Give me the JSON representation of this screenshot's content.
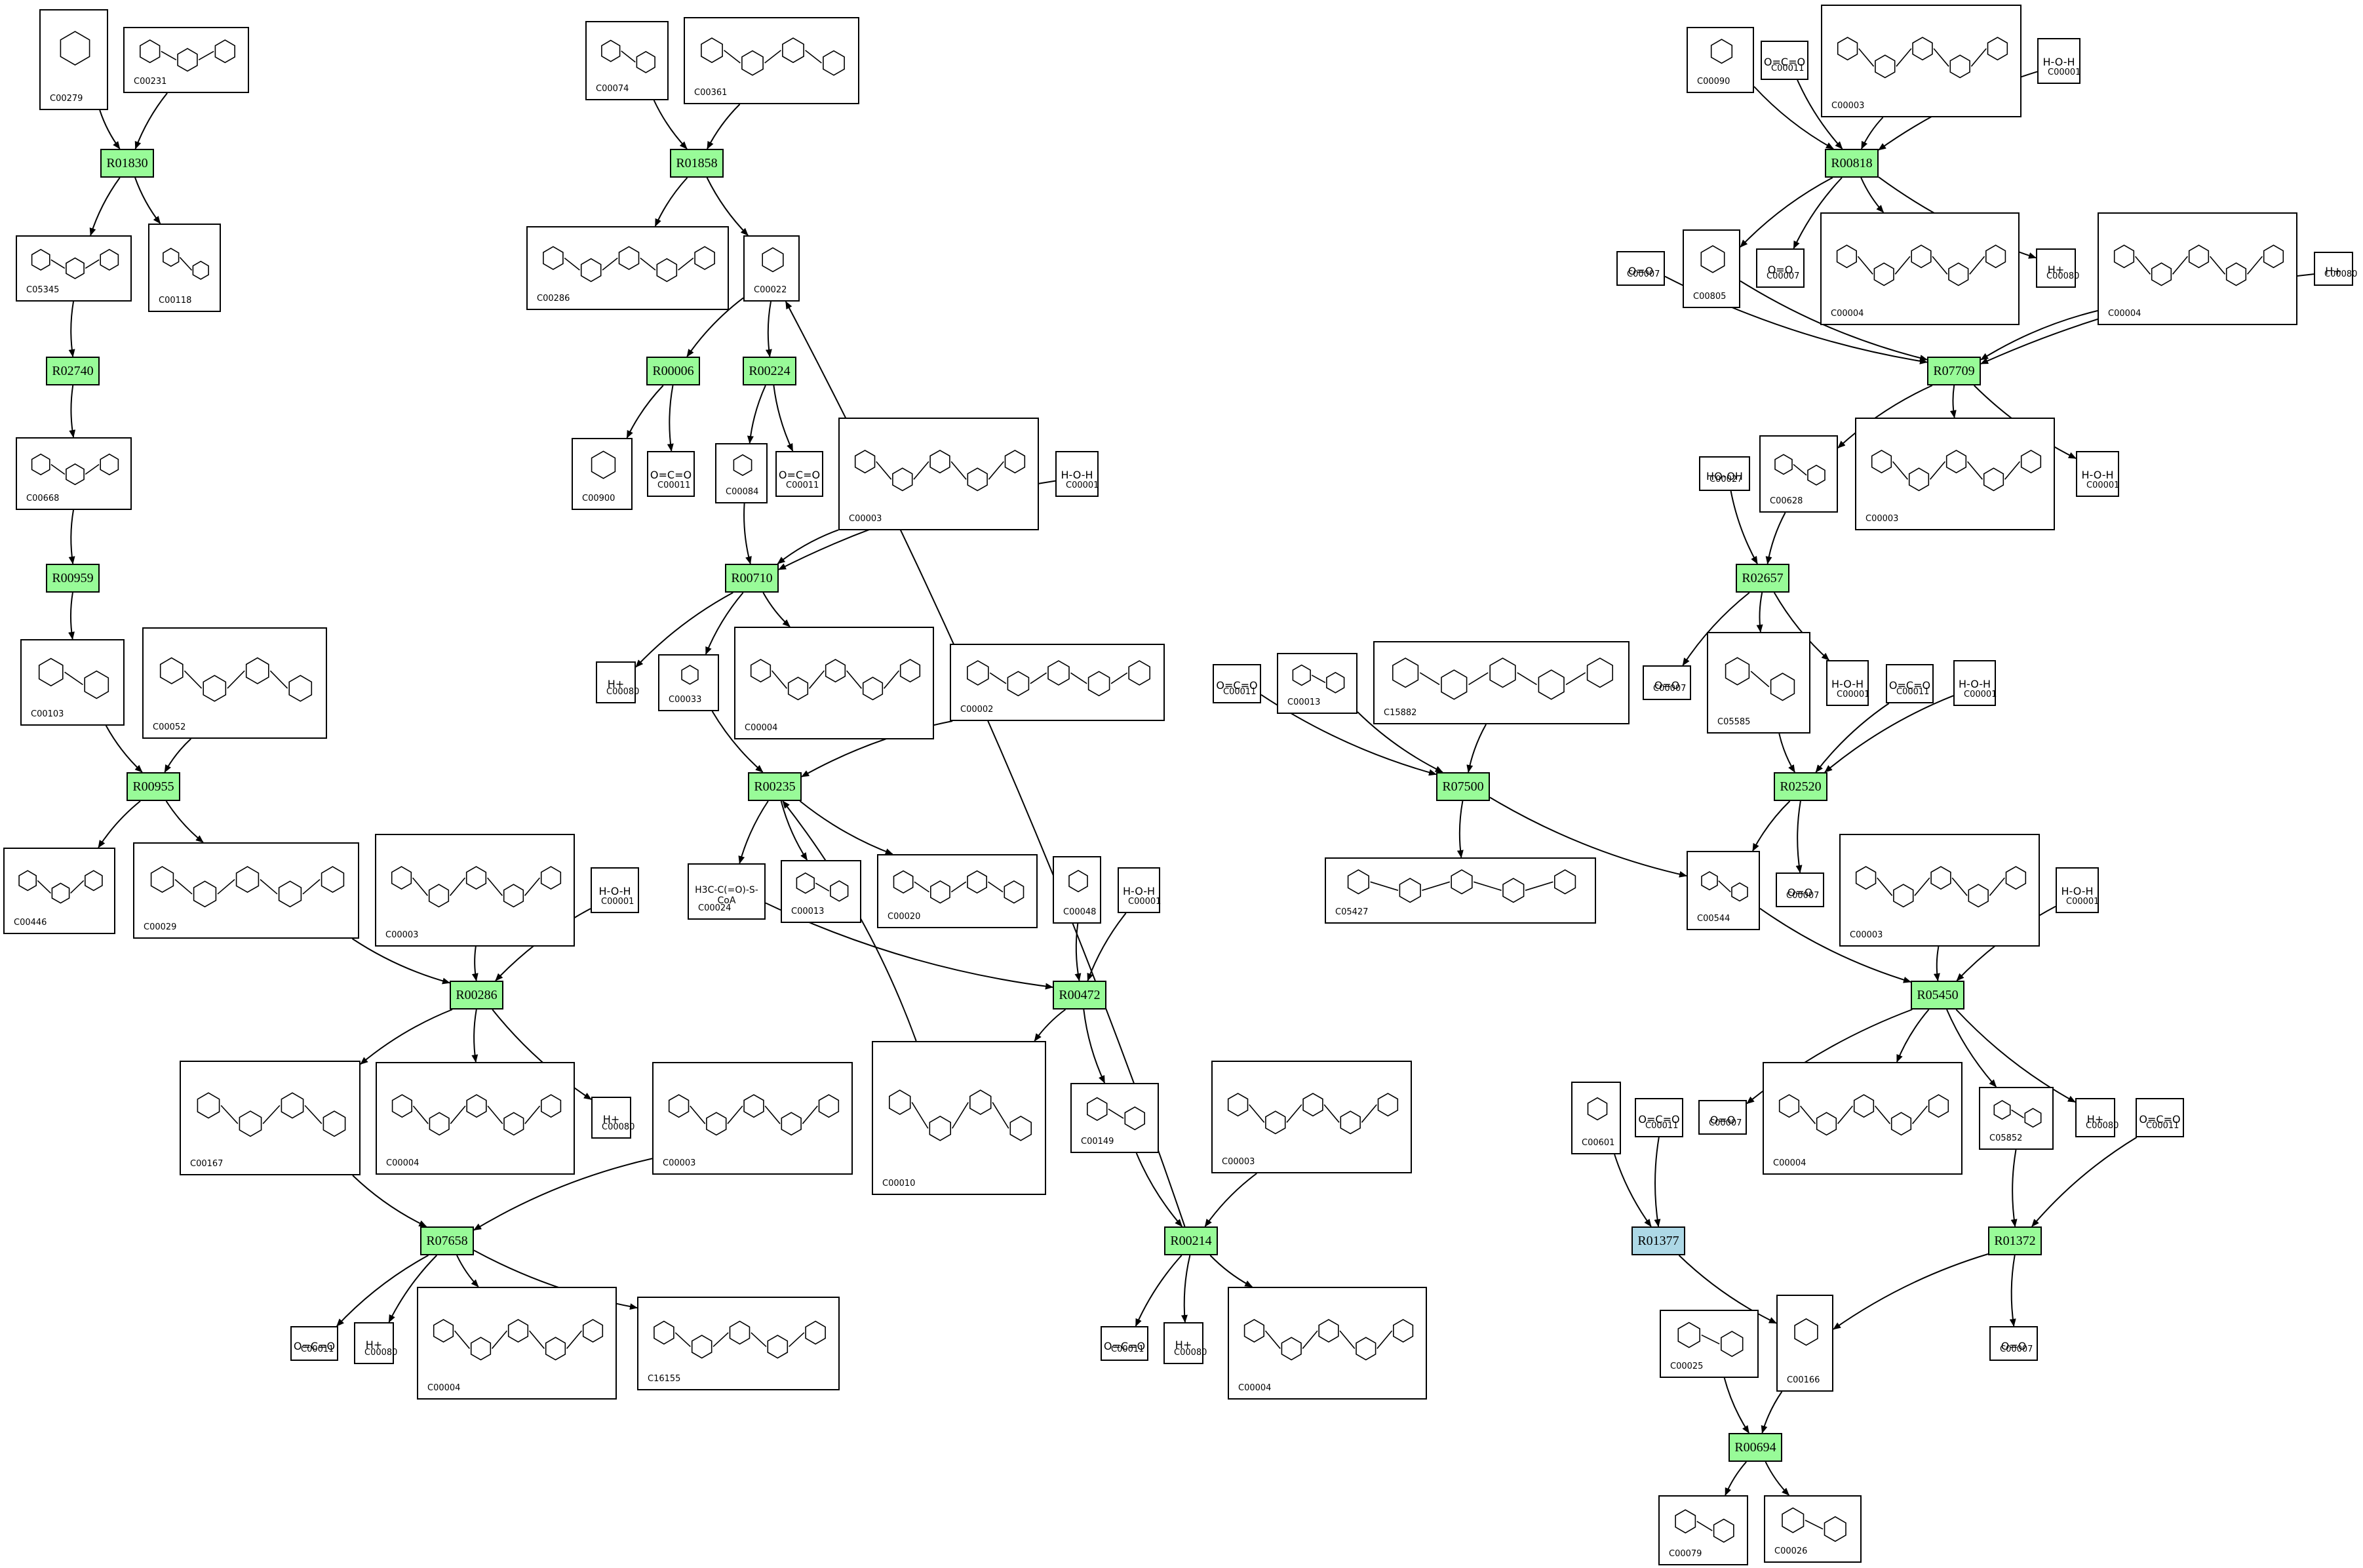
{
  "colors": {
    "reaction": "#98fb98",
    "reaction_alt": "#add8e6",
    "edge": "#000000"
  },
  "reactions": [
    {
      "id": "R01830",
      "label": "R01830"
    },
    {
      "id": "R02740",
      "label": "R02740"
    },
    {
      "id": "R00959",
      "label": "R00959"
    },
    {
      "id": "R00955",
      "label": "R00955"
    },
    {
      "id": "R01858",
      "label": "R01858"
    },
    {
      "id": "R00006",
      "label": "R00006"
    },
    {
      "id": "R00224",
      "label": "R00224"
    },
    {
      "id": "R00710",
      "label": "R00710"
    },
    {
      "id": "R00235",
      "label": "R00235"
    },
    {
      "id": "R00472",
      "label": "R00472"
    },
    {
      "id": "R00286",
      "label": "R00286"
    },
    {
      "id": "R07658",
      "label": "R07658"
    },
    {
      "id": "R00214",
      "label": "R00214"
    },
    {
      "id": "R00818",
      "label": "R00818"
    },
    {
      "id": "R07709",
      "label": "R07709"
    },
    {
      "id": "R02657",
      "label": "R02657"
    },
    {
      "id": "R02520",
      "label": "R02520"
    },
    {
      "id": "R07500",
      "label": "R07500"
    },
    {
      "id": "R05450",
      "label": "R05450"
    },
    {
      "id": "R01377",
      "label": "R01377",
      "alt": true
    },
    {
      "id": "R01372",
      "label": "R01372"
    },
    {
      "id": "R00694",
      "label": "R00694"
    }
  ],
  "compounds": [
    {
      "id": "m_C00279",
      "cid": "C00279"
    },
    {
      "id": "m_C00231",
      "cid": "C00231"
    },
    {
      "id": "m_C05345",
      "cid": "C05345"
    },
    {
      "id": "m_C00118",
      "cid": "C00118"
    },
    {
      "id": "m_C00668",
      "cid": "C00668"
    },
    {
      "id": "m_C00103",
      "cid": "C00103"
    },
    {
      "id": "m_C00052",
      "cid": "C00052"
    },
    {
      "id": "m_C00446",
      "cid": "C00446"
    },
    {
      "id": "m_C00029",
      "cid": "C00029"
    },
    {
      "id": "m_C00074",
      "cid": "C00074"
    },
    {
      "id": "m_C00361",
      "cid": "C00361"
    },
    {
      "id": "m_C00286",
      "cid": "C00286"
    },
    {
      "id": "m_C00022",
      "cid": "C00022"
    },
    {
      "id": "m_C00900",
      "cid": "C00900"
    },
    {
      "id": "m_C00011a",
      "cid": "C00011",
      "text": "O=C=O"
    },
    {
      "id": "m_C00084",
      "cid": "C00084"
    },
    {
      "id": "m_C00011b",
      "cid": "C00011",
      "text": "O=C=O"
    },
    {
      "id": "m_C00003a",
      "cid": "C00003"
    },
    {
      "id": "m_C00001a",
      "cid": "C00001",
      "text": "H-O-H"
    },
    {
      "id": "m_C00080a",
      "cid": "C00080",
      "text": "H+"
    },
    {
      "id": "m_C00033",
      "cid": "C00033"
    },
    {
      "id": "m_C00004a",
      "cid": "C00004"
    },
    {
      "id": "m_C00002",
      "cid": "C00002"
    },
    {
      "id": "m_C00024",
      "cid": "C00024",
      "text": "H3C-C(=O)-S-CoA"
    },
    {
      "id": "m_C00013",
      "cid": "C00013"
    },
    {
      "id": "m_C00020",
      "cid": "C00020"
    },
    {
      "id": "m_C00048",
      "cid": "C00048"
    },
    {
      "id": "m_C00001b",
      "cid": "C00001",
      "text": "H-O-H"
    },
    {
      "id": "m_C00003b",
      "cid": "C00003"
    },
    {
      "id": "m_C00001c",
      "cid": "C00001",
      "text": "H-O-H"
    },
    {
      "id": "m_C00167",
      "cid": "C00167"
    },
    {
      "id": "m_C00004b",
      "cid": "C00004"
    },
    {
      "id": "m_C00080b",
      "cid": "C00080",
      "text": "H+"
    },
    {
      "id": "m_C00003c",
      "cid": "C00003"
    },
    {
      "id": "m_C00010",
      "cid": "C00010"
    },
    {
      "id": "m_C00149",
      "cid": "C00149"
    },
    {
      "id": "m_C00003d",
      "cid": "C00003"
    },
    {
      "id": "m_C00011c",
      "cid": "C00011",
      "text": "O=C=O"
    },
    {
      "id": "m_C00080c",
      "cid": "C00080",
      "text": "H+"
    },
    {
      "id": "m_C00004c",
      "cid": "C00004"
    },
    {
      "id": "m_C16155",
      "cid": "C16155"
    },
    {
      "id": "m_C00011d",
      "cid": "C00011",
      "text": "O=C=O"
    },
    {
      "id": "m_C00080d",
      "cid": "C00080",
      "text": "H+"
    },
    {
      "id": "m_C00004d",
      "cid": "C00004"
    },
    {
      "id": "m_C00090",
      "cid": "C00090"
    },
    {
      "id": "m_C00011e",
      "cid": "C00011",
      "text": "O=C=O"
    },
    {
      "id": "m_C00003e",
      "cid": "C00003"
    },
    {
      "id": "m_C00001d",
      "cid": "C00001",
      "text": "H-O-H"
    },
    {
      "id": "m_C00805",
      "cid": "C00805"
    },
    {
      "id": "m_C00007a",
      "cid": "C00007",
      "text": "O=O"
    },
    {
      "id": "m_C00004e",
      "cid": "C00004"
    },
    {
      "id": "m_C00080e",
      "cid": "C00080",
      "text": "H+"
    },
    {
      "id": "m_C00007b",
      "cid": "C00007",
      "text": "O=O"
    },
    {
      "id": "m_C00004f",
      "cid": "C00004"
    },
    {
      "id": "m_C00080f",
      "cid": "C00080",
      "text": "H+"
    },
    {
      "id": "m_C00027",
      "cid": "C00027",
      "text": "HO-OH"
    },
    {
      "id": "m_C00628",
      "cid": "C00628"
    },
    {
      "id": "m_C00003f",
      "cid": "C00003"
    },
    {
      "id": "m_C00001e",
      "cid": "C00001",
      "text": "H-O-H"
    },
    {
      "id": "m_C00007c",
      "cid": "C00007",
      "text": "O=O"
    },
    {
      "id": "m_C05585",
      "cid": "C05585"
    },
    {
      "id": "m_C00001f",
      "cid": "C00001",
      "text": "H-O-H"
    },
    {
      "id": "m_C00011f",
      "cid": "C00011",
      "text": "O=C=O"
    },
    {
      "id": "m_C00001g",
      "cid": "C00001",
      "text": "H-O-H"
    },
    {
      "id": "m_C00011g",
      "cid": "C00011",
      "text": "O=C=O"
    },
    {
      "id": "m_C00013b",
      "cid": "C00013"
    },
    {
      "id": "m_C15882",
      "cid": "C15882"
    },
    {
      "id": "m_C05427",
      "cid": "C05427"
    },
    {
      "id": "m_C00544",
      "cid": "C00544"
    },
    {
      "id": "m_C00007d",
      "cid": "C00007",
      "text": "O=O"
    },
    {
      "id": "m_C00003g",
      "cid": "C00003"
    },
    {
      "id": "m_C00001h",
      "cid": "C00001",
      "text": "H-O-H"
    },
    {
      "id": "m_C00007e",
      "cid": "C00007",
      "text": "O=O"
    },
    {
      "id": "m_C00004g",
      "cid": "C00004"
    },
    {
      "id": "m_C05852",
      "cid": "C05852"
    },
    {
      "id": "m_C00080g",
      "cid": "C00080",
      "text": "H+"
    },
    {
      "id": "m_C00601",
      "cid": "C00601"
    },
    {
      "id": "m_C00011h",
      "cid": "C00011",
      "text": "O=C=O"
    },
    {
      "id": "m_C00011i",
      "cid": "C00011",
      "text": "O=C=O"
    },
    {
      "id": "m_C00166",
      "cid": "C00166"
    },
    {
      "id": "m_C00025",
      "cid": "C00025"
    },
    {
      "id": "m_C00007f",
      "cid": "C00007",
      "text": "O=O"
    },
    {
      "id": "m_C00079",
      "cid": "C00079"
    },
    {
      "id": "m_C00026",
      "cid": "C00026"
    }
  ],
  "edges": [
    [
      "m_C00279",
      "R01830"
    ],
    [
      "m_C00231",
      "R01830"
    ],
    [
      "R01830",
      "m_C05345"
    ],
    [
      "R01830",
      "m_C00118"
    ],
    [
      "m_C05345",
      "R02740"
    ],
    [
      "R02740",
      "m_C00668"
    ],
    [
      "m_C00668",
      "R00959"
    ],
    [
      "R00959",
      "m_C00103"
    ],
    [
      "m_C00103",
      "R00955"
    ],
    [
      "m_C00052",
      "R00955"
    ],
    [
      "R00955",
      "m_C00446"
    ],
    [
      "R00955",
      "m_C00029"
    ],
    [
      "m_C00074",
      "R01858"
    ],
    [
      "m_C00361",
      "R01858"
    ],
    [
      "R01858",
      "m_C00286"
    ],
    [
      "R01858",
      "m_C00022"
    ],
    [
      "m_C00022",
      "R00006"
    ],
    [
      "m_C00022",
      "R00224"
    ],
    [
      "R00006",
      "m_C00900"
    ],
    [
      "R00006",
      "m_C00011a"
    ],
    [
      "R00224",
      "m_C00084"
    ],
    [
      "R00224",
      "m_C00011b"
    ],
    [
      "m_C00084",
      "R00710"
    ],
    [
      "m_C00003a",
      "R00710"
    ],
    [
      "m_C00001a",
      "R00710"
    ],
    [
      "R00710",
      "m_C00080a"
    ],
    [
      "R00710",
      "m_C00033"
    ],
    [
      "R00710",
      "m_C00004a"
    ],
    [
      "m_C00033",
      "R00235"
    ],
    [
      "m_C00002",
      "R00235"
    ],
    [
      "R00235",
      "m_C00024"
    ],
    [
      "R00235",
      "m_C00013"
    ],
    [
      "R00235",
      "m_C00020"
    ],
    [
      "m_C00024",
      "R00472"
    ],
    [
      "m_C00048",
      "R00472"
    ],
    [
      "m_C00001b",
      "R00472"
    ],
    [
      "R00472",
      "m_C00010"
    ],
    [
      "R00472",
      "m_C00149"
    ],
    [
      "m_C00010",
      "R00235"
    ],
    [
      "m_C00029",
      "R00286"
    ],
    [
      "m_C00003b",
      "R00286"
    ],
    [
      "m_C00001c",
      "R00286"
    ],
    [
      "R00286",
      "m_C00167"
    ],
    [
      "R00286",
      "m_C00004b"
    ],
    [
      "R00286",
      "m_C00080b"
    ],
    [
      "m_C00167",
      "R07658"
    ],
    [
      "m_C00003c",
      "R07658"
    ],
    [
      "R07658",
      "m_C00011d"
    ],
    [
      "R07658",
      "m_C00080d"
    ],
    [
      "R07658",
      "m_C00004d"
    ],
    [
      "R07658",
      "m_C16155"
    ],
    [
      "m_C00149",
      "R00214"
    ],
    [
      "m_C00003d",
      "R00214"
    ],
    [
      "R00214",
      "m_C00011c"
    ],
    [
      "R00214",
      "m_C00080c"
    ],
    [
      "R00214",
      "m_C00004c"
    ],
    [
      "R00214",
      "m_C00022"
    ],
    [
      "m_C00090",
      "R00818"
    ],
    [
      "m_C00011e",
      "R00818"
    ],
    [
      "m_C00003e",
      "R00818"
    ],
    [
      "m_C00001d",
      "R00818"
    ],
    [
      "R00818",
      "m_C00805"
    ],
    [
      "R00818",
      "m_C00007a"
    ],
    [
      "R00818",
      "m_C00004e"
    ],
    [
      "R00818",
      "m_C00080e"
    ],
    [
      "m_C00007b",
      "R07709"
    ],
    [
      "m_C00805",
      "R07709"
    ],
    [
      "m_C00004f",
      "R07709"
    ],
    [
      "m_C00080f",
      "R07709"
    ],
    [
      "R07709",
      "m_C00628"
    ],
    [
      "R07709",
      "m_C00003f"
    ],
    [
      "R07709",
      "m_C00001e"
    ],
    [
      "m_C00027",
      "R02657"
    ],
    [
      "m_C00628",
      "R02657"
    ],
    [
      "R02657",
      "m_C00007c"
    ],
    [
      "R02657",
      "m_C05585"
    ],
    [
      "R02657",
      "m_C00001f"
    ],
    [
      "m_C05585",
      "R02520"
    ],
    [
      "m_C00011f",
      "R02520"
    ],
    [
      "m_C00001g",
      "R02520"
    ],
    [
      "R02520",
      "m_C00544"
    ],
    [
      "R02520",
      "m_C00007d"
    ],
    [
      "m_C00011g",
      "R07500"
    ],
    [
      "m_C00013b",
      "R07500"
    ],
    [
      "m_C15882",
      "R07500"
    ],
    [
      "R07500",
      "m_C05427"
    ],
    [
      "R07500",
      "m_C00544"
    ],
    [
      "m_C00544",
      "R05450"
    ],
    [
      "m_C00003g",
      "R05450"
    ],
    [
      "m_C00001h",
      "R05450"
    ],
    [
      "R05450",
      "m_C00007e"
    ],
    [
      "R05450",
      "m_C00004g"
    ],
    [
      "R05450",
      "m_C05852"
    ],
    [
      "R05450",
      "m_C00080g"
    ],
    [
      "m_C05852",
      "R01372"
    ],
    [
      "m_C00011i",
      "R01372"
    ],
    [
      "R01372",
      "m_C00166"
    ],
    [
      "R01372",
      "m_C00007f"
    ],
    [
      "m_C00601",
      "R01377"
    ],
    [
      "m_C00011h",
      "R01377"
    ],
    [
      "R01377",
      "m_C00166"
    ],
    [
      "m_C00166",
      "R00694"
    ],
    [
      "m_C00025",
      "R00694"
    ],
    [
      "R00694",
      "m_C00079"
    ],
    [
      "R00694",
      "m_C00026"
    ]
  ]
}
